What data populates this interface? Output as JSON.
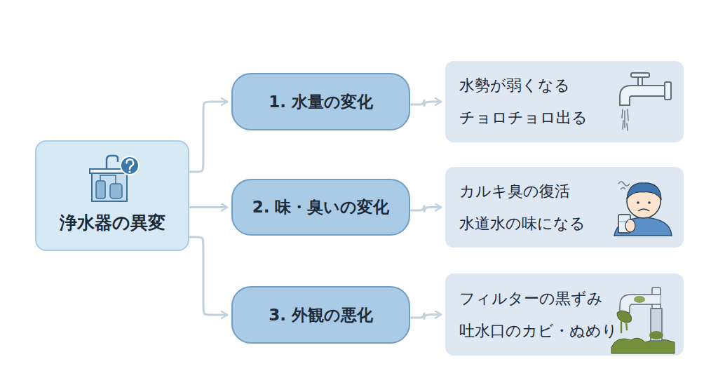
{
  "diagram": {
    "nodes": [
      {
        "text": [
          "浄水器の異変"
        ]
      },
      {
        "text": [
          "1. 水量の変化"
        ]
      },
      {
        "text": [
          "水勢が弱くなる",
          "チョロチョロ出る"
        ]
      },
      {
        "text": [
          "2. 味・臭いの変化"
        ]
      },
      {
        "text": [
          "カルキ臭の復活",
          "水道水の味になる"
        ]
      },
      {
        "text": [
          "3. 外観の悪化"
        ]
      },
      {
        "text": [
          "フィルターの黒ずみ",
          "吐水口のカビ・ぬめり"
        ]
      }
    ],
    "edges": [
      {
        "from": 0,
        "to": 1,
        "arrow": "to"
      },
      {
        "from": 0,
        "to": 3,
        "arrow": "to"
      },
      {
        "from": 0,
        "to": 5,
        "arrow": "to"
      },
      {
        "from": 1,
        "to": 2,
        "arrow": "to"
      },
      {
        "from": 3,
        "to": 4,
        "arrow": "to"
      },
      {
        "from": 5,
        "to": 6,
        "arrow": "to"
      }
    ]
  }
}
